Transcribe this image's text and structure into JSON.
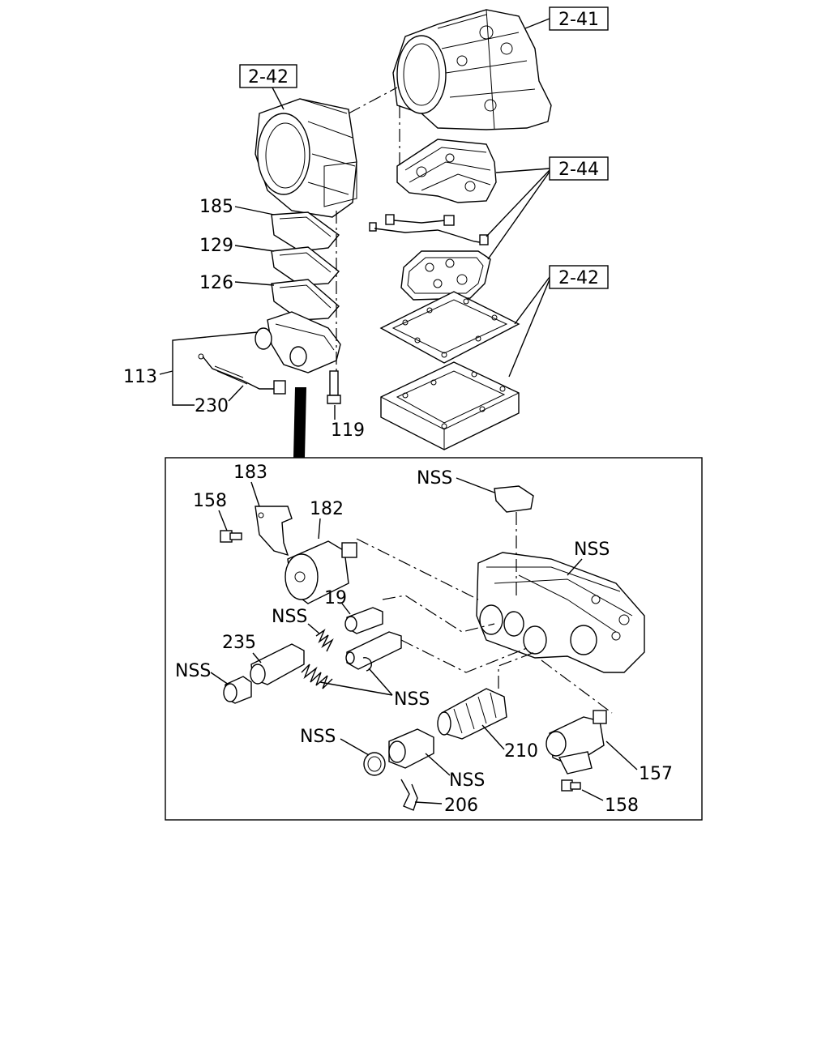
{
  "refs": {
    "r241": "2-41",
    "r242_top": "2-42",
    "r244": "2-44",
    "r242_right": "2-42"
  },
  "labels": {
    "p185": "185",
    "p129": "129",
    "p126": "126",
    "p113": "113",
    "p230": "230",
    "p119": "119",
    "p183": "183",
    "p158_top": "158",
    "p182": "182",
    "nss_clip": "NSS",
    "nss_body": "NSS",
    "p19": "19",
    "nss_spring": "NSS",
    "p235": "235",
    "nss_plug": "NSS",
    "nss_springs": "NSS",
    "nss_oring": "NSS",
    "p210": "210",
    "nss_valve": "NSS",
    "p157": "157",
    "p206": "206",
    "p158_bottom": "158"
  }
}
